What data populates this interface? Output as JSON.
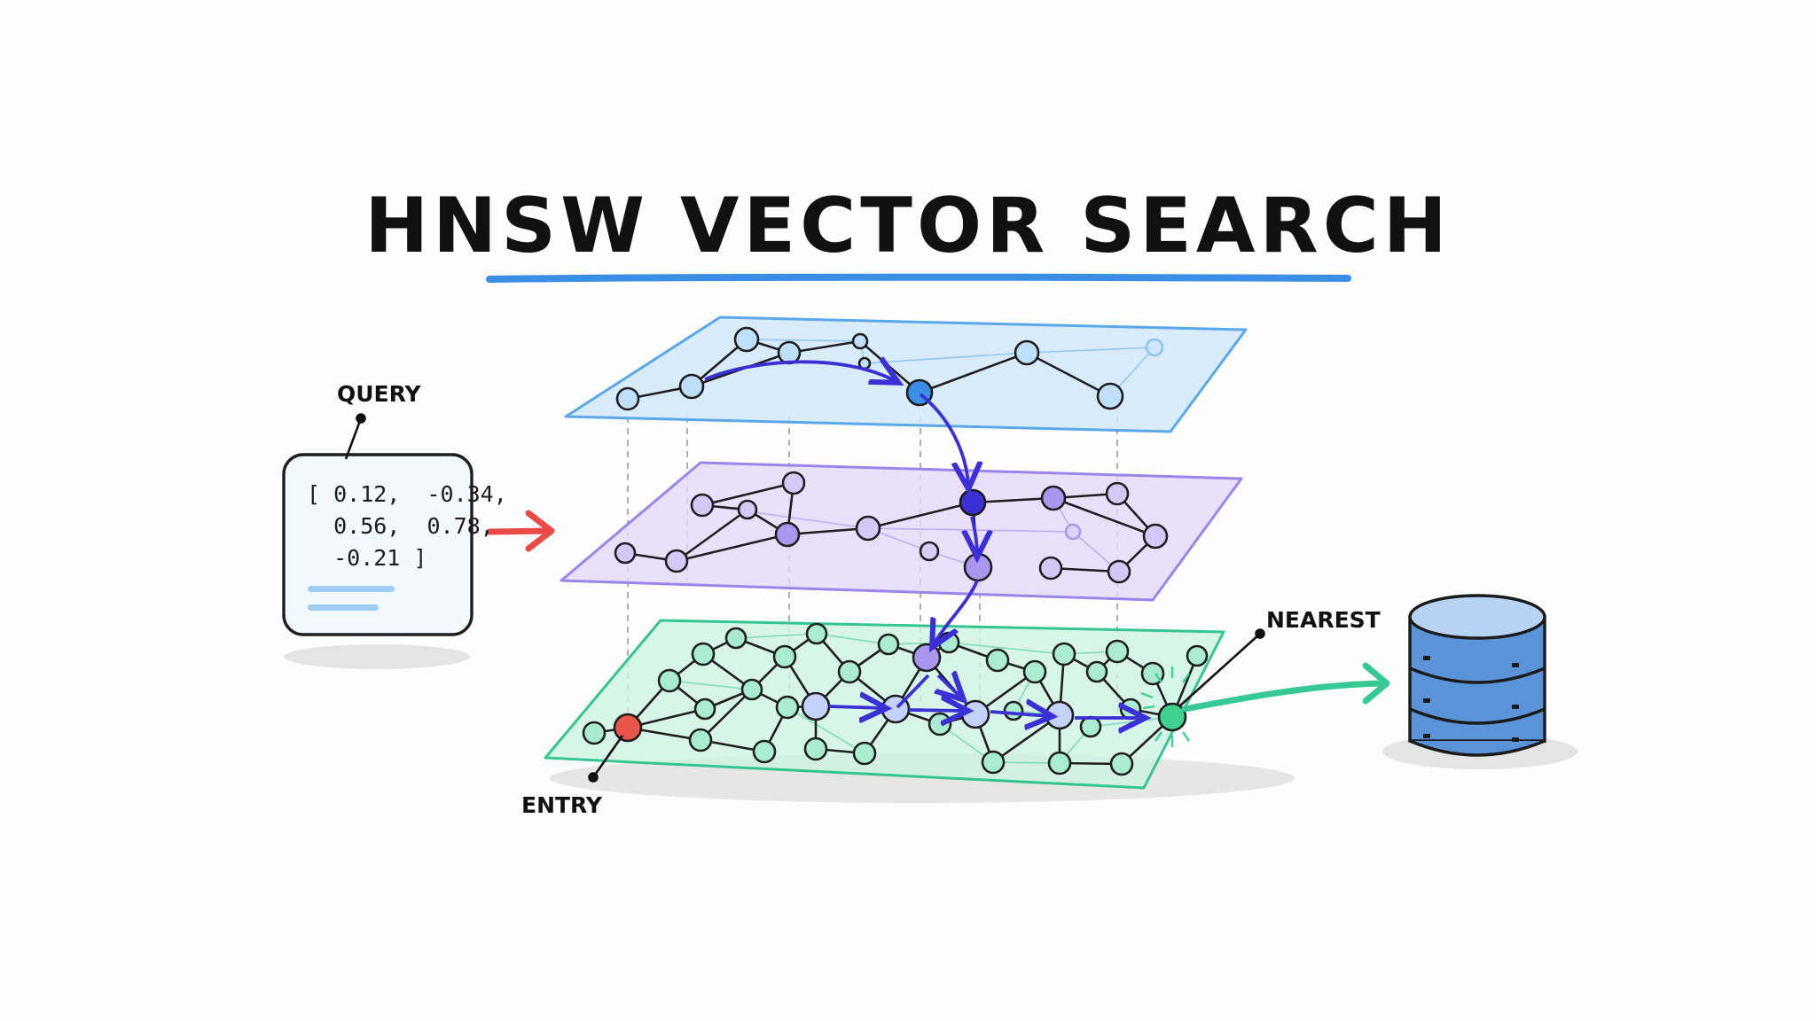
{
  "title": "HNSW VECTOR SEARCH",
  "labels": {
    "query": "QUERY",
    "entry": "ENTRY",
    "nearest": "NEAREST"
  },
  "query_vector": {
    "line1": "[ 0.12,  -0.34,",
    "line2": "  0.56,  0.78,",
    "line3": "  -0.21 ]"
  },
  "layers": [
    {
      "name": "top",
      "fill": "#cfe7fb",
      "stroke": "#5aa8ea"
    },
    {
      "name": "middle",
      "fill": "#e3d9fb",
      "stroke": "#9a86e8"
    },
    {
      "name": "bottom",
      "fill": "#cdf3e3",
      "stroke": "#35c590"
    }
  ],
  "colors": {
    "accent": "#3a8ee6",
    "search_path": "#3b2fd6",
    "entry_node": "#e8564a",
    "nearest_node": "#3ed18f",
    "query_arrow": "#ea4b46",
    "output_arrow": "#36c995",
    "database": "#5b93d8"
  },
  "icons": [
    "query-arrow-icon",
    "database-icon",
    "output-arrow-icon"
  ]
}
